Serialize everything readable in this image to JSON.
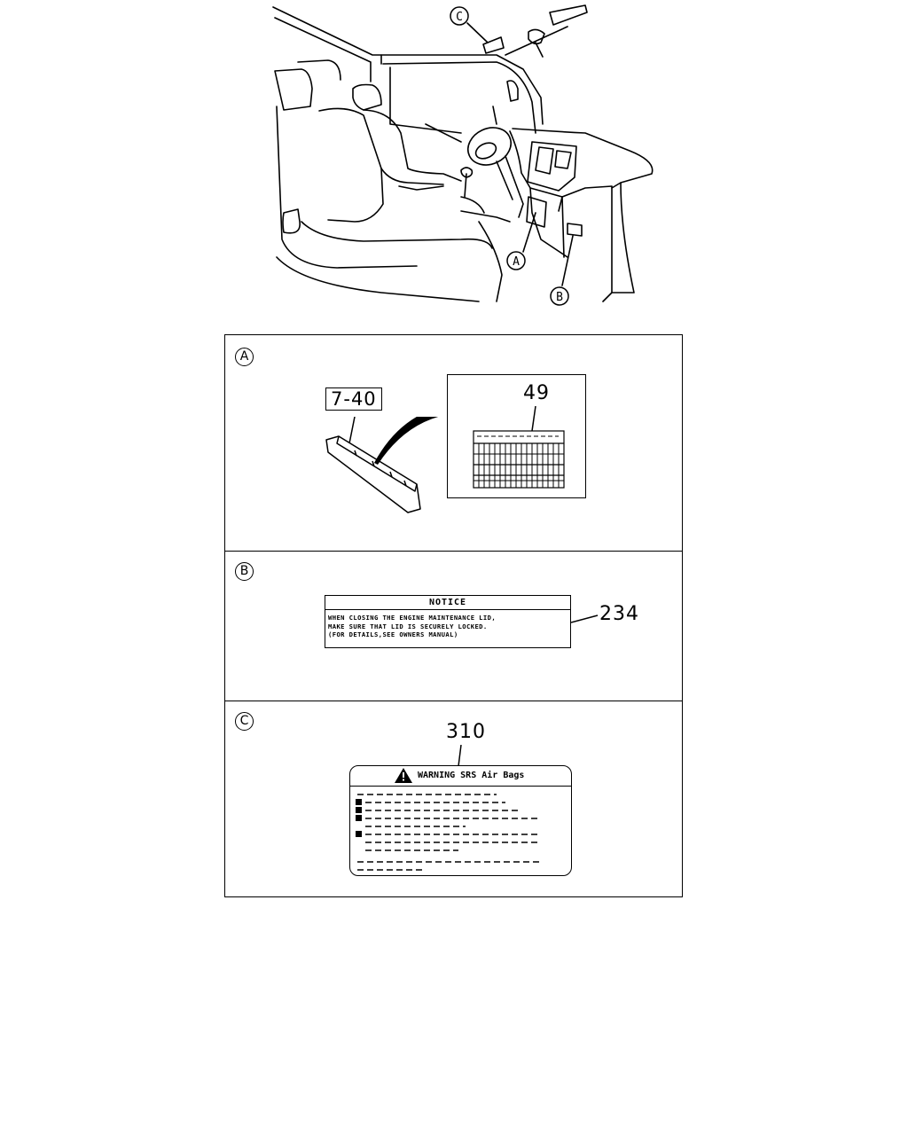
{
  "cab_illustration": {
    "callouts": [
      "C",
      "A",
      "B"
    ]
  },
  "panel_a": {
    "marker": "A",
    "ref_label": "7-40",
    "part_number": "49"
  },
  "panel_b": {
    "marker": "B",
    "part_number": "234",
    "label_title": "NOTICE",
    "label_lines": [
      "WHEN CLOSING THE ENGINE MAINTENANCE LID,",
      "MAKE SURE THAT LID IS SECURELY LOCKED.",
      "(FOR DETAILS,SEE OWNERS MANUAL)"
    ]
  },
  "panel_c": {
    "marker": "C",
    "part_number": "310",
    "label_title": "WARNING SRS Air Bags"
  }
}
